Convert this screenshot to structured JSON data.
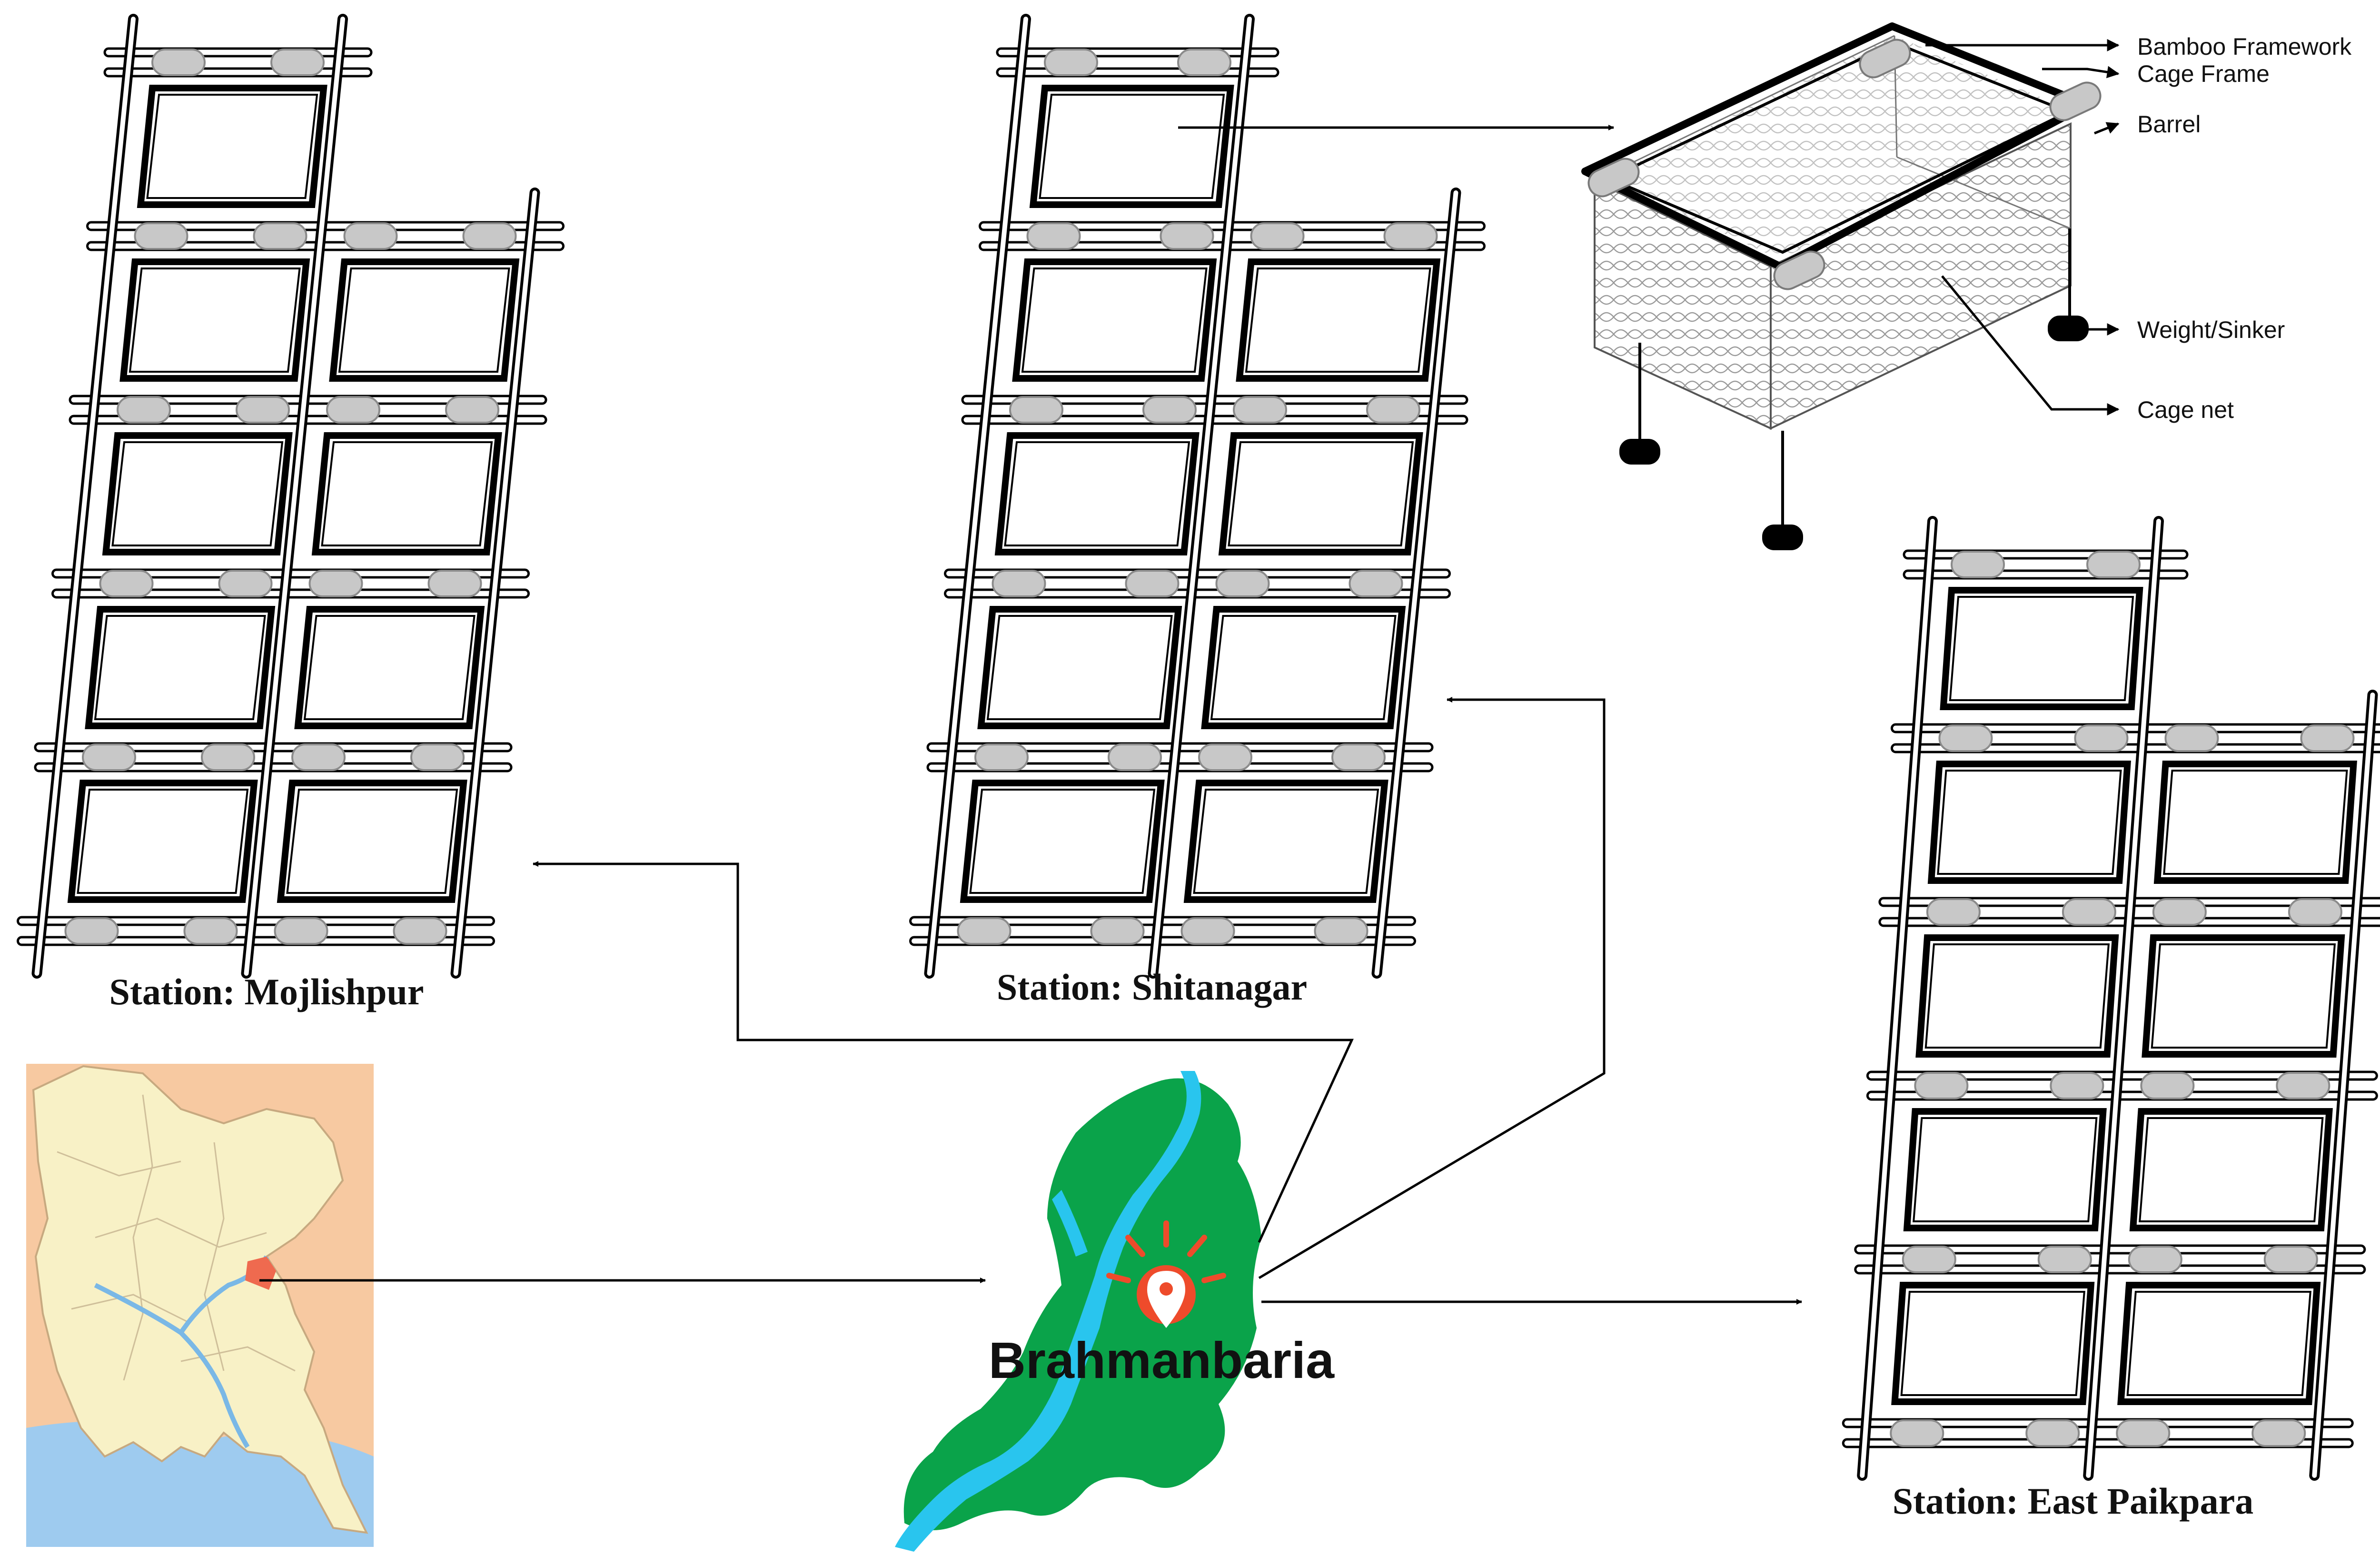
{
  "stations": {
    "mojlishpur": "Station: Mojlishpur",
    "shitanagar": "Station: Shitanagar",
    "east_paikpara": "Station: East Paikpara"
  },
  "district": "Brahmanbaria",
  "cage_parts": {
    "bamboo_framework": "Bamboo Framework",
    "cage_frame": "Cage Frame",
    "barrel": "Barrel",
    "weight_sinker": "Weight/Sinker",
    "cage_net": "Cage net"
  },
  "colors": {
    "district_fill": "#0aa34a",
    "river": "#29c5ee",
    "highlight": "#ef6a4f",
    "country_land": "#f8f1c6",
    "sea": "#9ecbef",
    "neighbor": "#f7c9a1",
    "pin": "#ee4b2b",
    "barrel": "#c8c8c8"
  },
  "icons": [
    "location-pin-icon"
  ]
}
